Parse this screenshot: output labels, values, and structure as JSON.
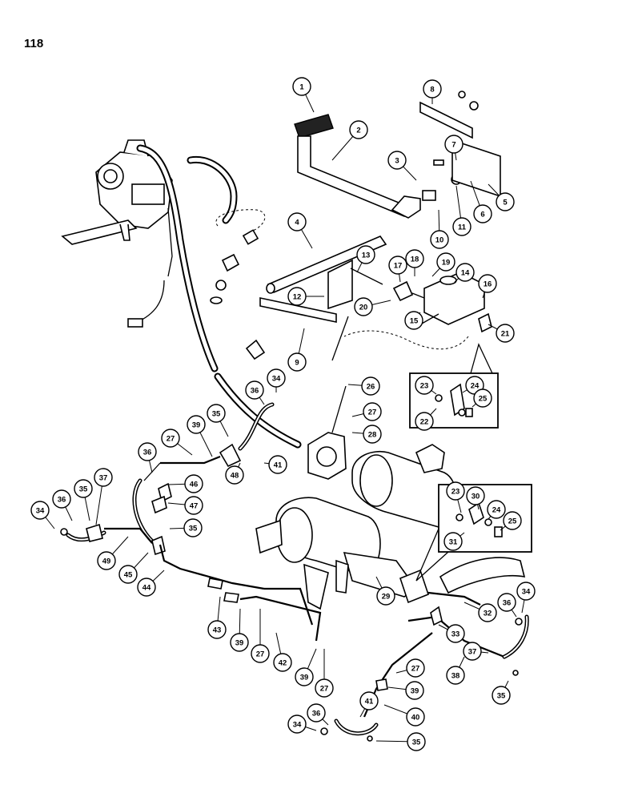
{
  "page": {
    "number": "118"
  },
  "callouts": [
    {
      "id": "c1",
      "label": "1"
    },
    {
      "id": "c2",
      "label": "2"
    },
    {
      "id": "c3",
      "label": "3"
    },
    {
      "id": "c4",
      "label": "4"
    },
    {
      "id": "c5",
      "label": "5"
    },
    {
      "id": "c6",
      "label": "6"
    },
    {
      "id": "c7",
      "label": "7"
    },
    {
      "id": "c8",
      "label": "8"
    },
    {
      "id": "c9",
      "label": "9"
    },
    {
      "id": "c10",
      "label": "10"
    },
    {
      "id": "c11",
      "label": "11"
    },
    {
      "id": "c12",
      "label": "12"
    },
    {
      "id": "c13",
      "label": "13"
    },
    {
      "id": "c14",
      "label": "14"
    },
    {
      "id": "c15",
      "label": "15"
    },
    {
      "id": "c16",
      "label": "16"
    },
    {
      "id": "c17",
      "label": "17"
    },
    {
      "id": "c18",
      "label": "18"
    },
    {
      "id": "c19",
      "label": "19"
    },
    {
      "id": "c20",
      "label": "20"
    },
    {
      "id": "c21",
      "label": "21"
    },
    {
      "id": "c22a",
      "label": "22"
    },
    {
      "id": "c23a",
      "label": "23"
    },
    {
      "id": "c24a",
      "label": "24"
    },
    {
      "id": "c25a",
      "label": "25"
    },
    {
      "id": "c26",
      "label": "26"
    },
    {
      "id": "c27a",
      "label": "27"
    },
    {
      "id": "c28",
      "label": "28"
    },
    {
      "id": "c34a",
      "label": "34"
    },
    {
      "id": "c36a",
      "label": "36"
    },
    {
      "id": "c35a",
      "label": "35"
    },
    {
      "id": "c39a",
      "label": "39"
    },
    {
      "id": "c27b",
      "label": "27"
    },
    {
      "id": "c41a",
      "label": "41"
    },
    {
      "id": "c48",
      "label": "48"
    },
    {
      "id": "c36b",
      "label": "36"
    },
    {
      "id": "c46",
      "label": "46"
    },
    {
      "id": "c47",
      "label": "47"
    },
    {
      "id": "c37a",
      "label": "37"
    },
    {
      "id": "c35b",
      "label": "35"
    },
    {
      "id": "c36c",
      "label": "36"
    },
    {
      "id": "c34b",
      "label": "34"
    },
    {
      "id": "c49",
      "label": "49"
    },
    {
      "id": "c35c",
      "label": "35"
    },
    {
      "id": "c45",
      "label": "45"
    },
    {
      "id": "c44",
      "label": "44"
    },
    {
      "id": "c43",
      "label": "43"
    },
    {
      "id": "c39b",
      "label": "39"
    },
    {
      "id": "c27c",
      "label": "27"
    },
    {
      "id": "c42",
      "label": "42"
    },
    {
      "id": "c39c",
      "label": "39"
    },
    {
      "id": "c27d",
      "label": "27"
    },
    {
      "id": "c29",
      "label": "29"
    },
    {
      "id": "c23b",
      "label": "23"
    },
    {
      "id": "c30",
      "label": "30"
    },
    {
      "id": "c24b",
      "label": "24"
    },
    {
      "id": "c25b",
      "label": "25"
    },
    {
      "id": "c31",
      "label": "31"
    },
    {
      "id": "c32",
      "label": "32"
    },
    {
      "id": "c36d",
      "label": "36"
    },
    {
      "id": "c34c",
      "label": "34"
    },
    {
      "id": "c33",
      "label": "33"
    },
    {
      "id": "c37b",
      "label": "37"
    },
    {
      "id": "c38",
      "label": "38"
    },
    {
      "id": "c35d",
      "label": "35"
    },
    {
      "id": "c27e",
      "label": "27"
    },
    {
      "id": "c39d",
      "label": "39"
    },
    {
      "id": "c40",
      "label": "40"
    },
    {
      "id": "c41b",
      "label": "41"
    },
    {
      "id": "c36e",
      "label": "36"
    },
    {
      "id": "c34d",
      "label": "34"
    },
    {
      "id": "c35e",
      "label": "35"
    }
  ]
}
